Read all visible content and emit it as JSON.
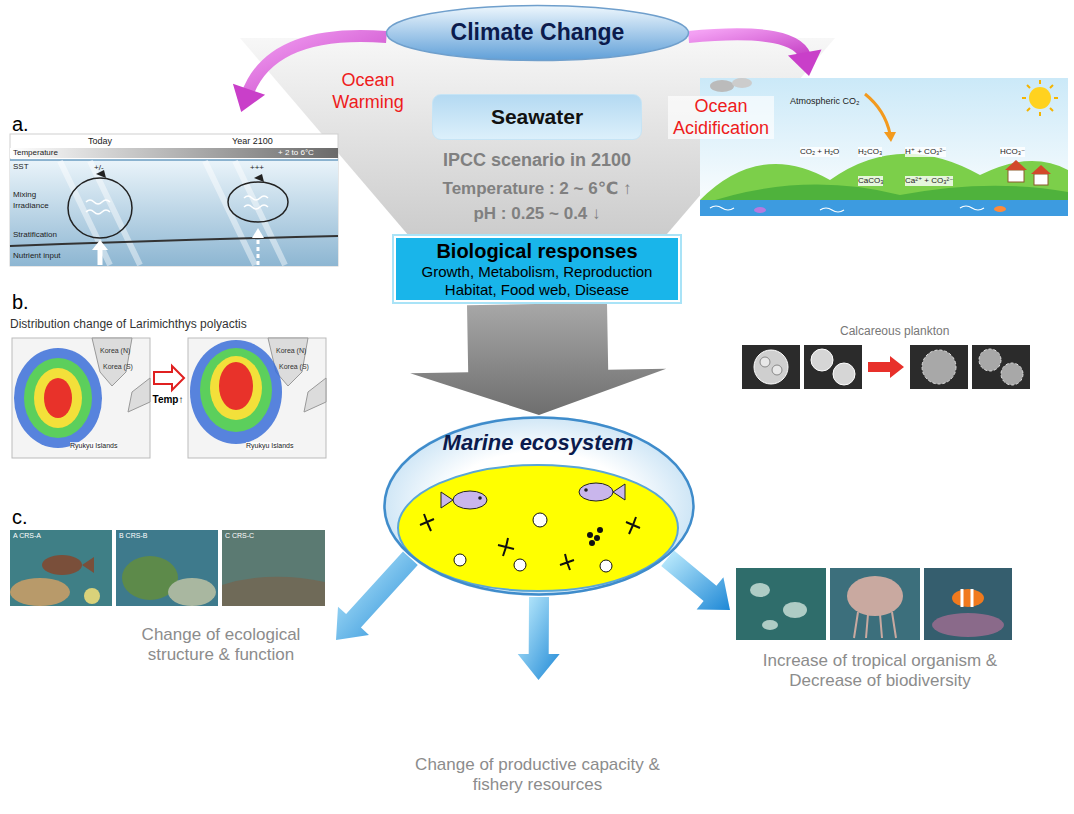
{
  "diagram": {
    "nodes": [
      {
        "text": [
          "Climate Change"
        ]
      },
      {
        "text": [
          "Seawater"
        ]
      },
      {
        "text": [
          "Biological responses",
          "Growth, Metabolism, Reproduction Habitat, Food web, Disease"
        ]
      },
      {
        "text": [
          "Marine ecosystem"
        ]
      },
      {
        "text": [
          "a."
        ]
      },
      {
        "text": [
          "Atmospheric CO₂"
        ]
      },
      {
        "text": [
          "b.",
          "Distribution change of Larimichthys polyactis"
        ]
      },
      {
        "text": [
          "Calcareous plankton"
        ]
      },
      {
        "text": [
          "c.",
          "Change of ecological structure & function"
        ]
      },
      {
        "text": [
          "Change of productive capacity & fishery resources"
        ]
      },
      {
        "text": [
          "Increase of tropical organism & Decrease of biodiversity"
        ]
      }
    ],
    "edges": [
      {
        "from": 0,
        "to": 4,
        "label": "Ocean Warming",
        "arrow": "to"
      },
      {
        "from": 0,
        "to": 5,
        "label": "Ocean Acidification",
        "arrow": "to"
      },
      {
        "from": 2,
        "to": 3,
        "arrow": "to"
      },
      {
        "from": 3,
        "to": 8,
        "arrow": "to"
      },
      {
        "from": 3,
        "to": 9,
        "arrow": "to"
      },
      {
        "from": 3,
        "to": 10,
        "arrow": "to"
      }
    ],
    "labels": [
      "IPCC scenario in 2100",
      "Temperature : 2 ~ 6℃ ↑",
      "pH : 0.25 ~ 0.4 ↓",
      "Today",
      "Year 2100",
      "Temperature",
      "+ 2 to 6°C",
      "SST",
      "+/-",
      "+++",
      "Mixing",
      "Irradiance",
      "Stratification",
      "Nutrient input",
      "Temp↑",
      "Korea (N)",
      "Korea (S)",
      "Ryukyu Islands",
      "Korea (N)",
      "Korea (S)",
      "Ryukyu Islands",
      "CO₂ + H₂O",
      "H₂CO₃",
      "H⁺ + CO₃²⁻",
      "HCO₃⁻",
      "CaCO₃",
      "Ca²⁺ + CO₃²⁻",
      "A CRS-A",
      "B CRS-B",
      "C CRS-C"
    ]
  }
}
